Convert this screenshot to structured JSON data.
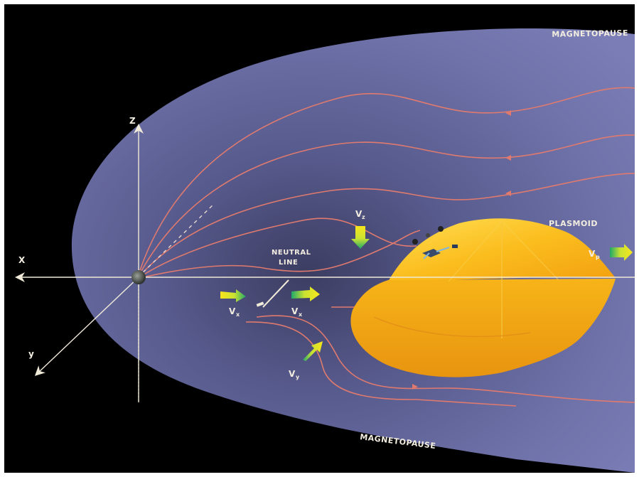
{
  "labels": {
    "magnetopause_top": "MAGNETOPAUSE",
    "magnetopause_bottom": "MAGNETOPAUSE",
    "plasmoid": "PLASMOID",
    "neutral_line_1": "NEUTRAL",
    "neutral_line_2": "LINE",
    "axis_x": "X",
    "axis_y": "y",
    "axis_z": "Z",
    "v": "V",
    "sub_z": "z",
    "sub_p": "p",
    "sub_x": "x",
    "sub_y": "y"
  },
  "colors": {
    "background": "#000000",
    "sheet": "#6e71a8",
    "sheet_dark": "#3a3a5e",
    "field_line": "#e07a6e",
    "plasmoid": "#f5a812",
    "plasmoid_light": "#ffd640",
    "axis": "#f0ead8",
    "arrow_yellow": "#f5e020",
    "arrow_green": "#1fa86a"
  },
  "icons": [
    "earth-icon",
    "spacecraft-icon",
    "velocity-arrow-icon"
  ]
}
